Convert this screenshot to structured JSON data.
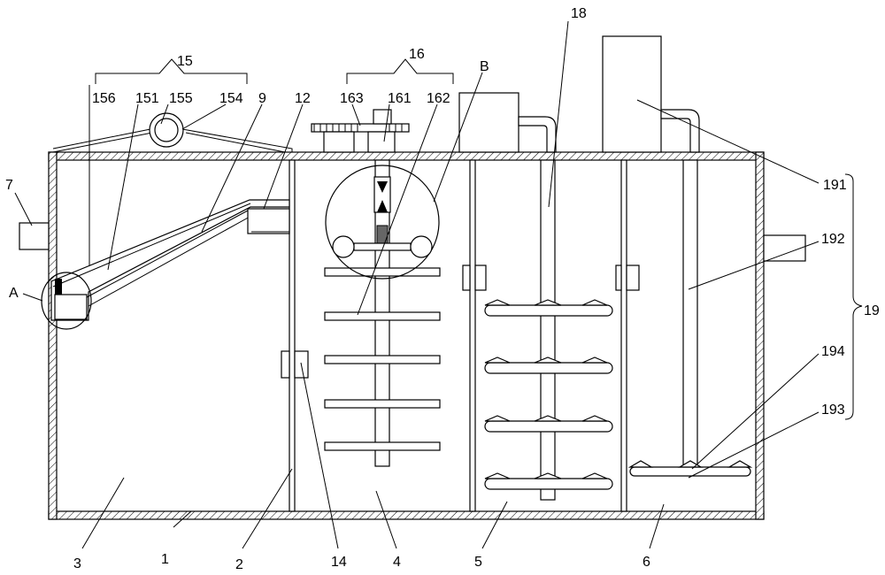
{
  "figure": {
    "type": "patent-schematic",
    "reference_numerals": {
      "tank_body": "1",
      "partition_wall": "2",
      "first_chamber": "3",
      "second_chamber": "4",
      "third_chamber": "5",
      "fourth_chamber": "6",
      "inlet_pipe": "7",
      "conveyor_chute": "9",
      "hopper": "12",
      "overflow_window": "14",
      "lifting_assembly": "15",
      "part_151": "151",
      "part_154": "154",
      "pulley": "155",
      "cable": "156",
      "stirring_assembly": "16",
      "motor": "161",
      "shaft_coupling": "162",
      "gear_drive": "163",
      "aeration_shaft": "18",
      "discharge_assembly": "19",
      "pump": "191",
      "suction_pipe": "192",
      "nozzle_arm": "193",
      "nozzle": "194",
      "detail_a": "A",
      "detail_b": "B"
    }
  }
}
